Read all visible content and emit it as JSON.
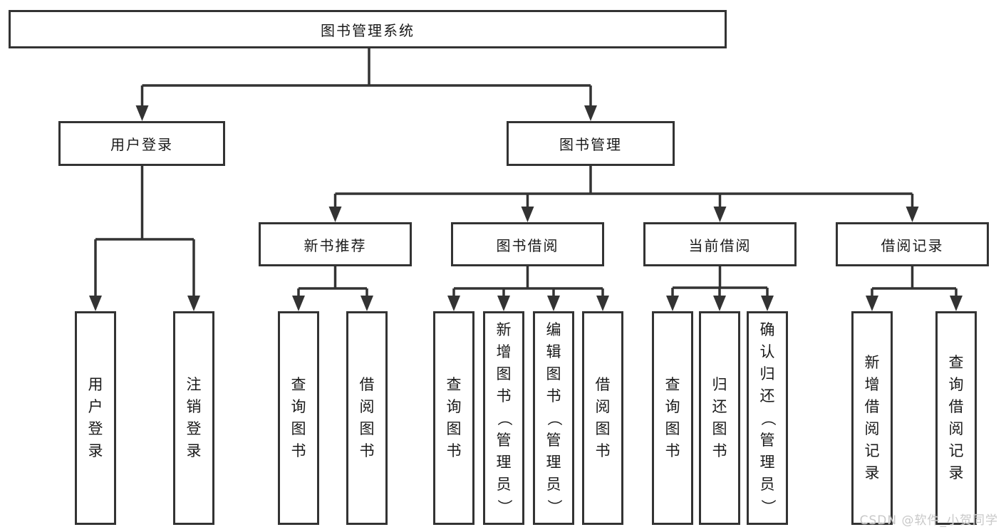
{
  "diagram": {
    "root": "图书管理系统",
    "level2": {
      "login": "用户登录",
      "manage": "图书管理"
    },
    "level3": {
      "new_books": "新书推荐",
      "borrow": "图书借阅",
      "current": "当前借阅",
      "records": "借阅记录"
    },
    "leaves": {
      "login": [
        "用户登录",
        "注销登录"
      ],
      "new_books": [
        "查询图书",
        "借阅图书"
      ],
      "borrow": [
        "查询图书",
        "新增图书（管理员）",
        "编辑图书（管理员）",
        "借阅图书"
      ],
      "current": [
        "查询图书",
        "归还图书",
        "确认归还（管理员）"
      ],
      "records": [
        "新增借阅记录",
        "查询借阅记录"
      ]
    }
  },
  "watermark": "CSDN @软件_小贺同学",
  "colors": {
    "line": "#333333",
    "text": "#1a1a1a",
    "background": "#ffffff",
    "watermark": "#c8c8c8"
  }
}
